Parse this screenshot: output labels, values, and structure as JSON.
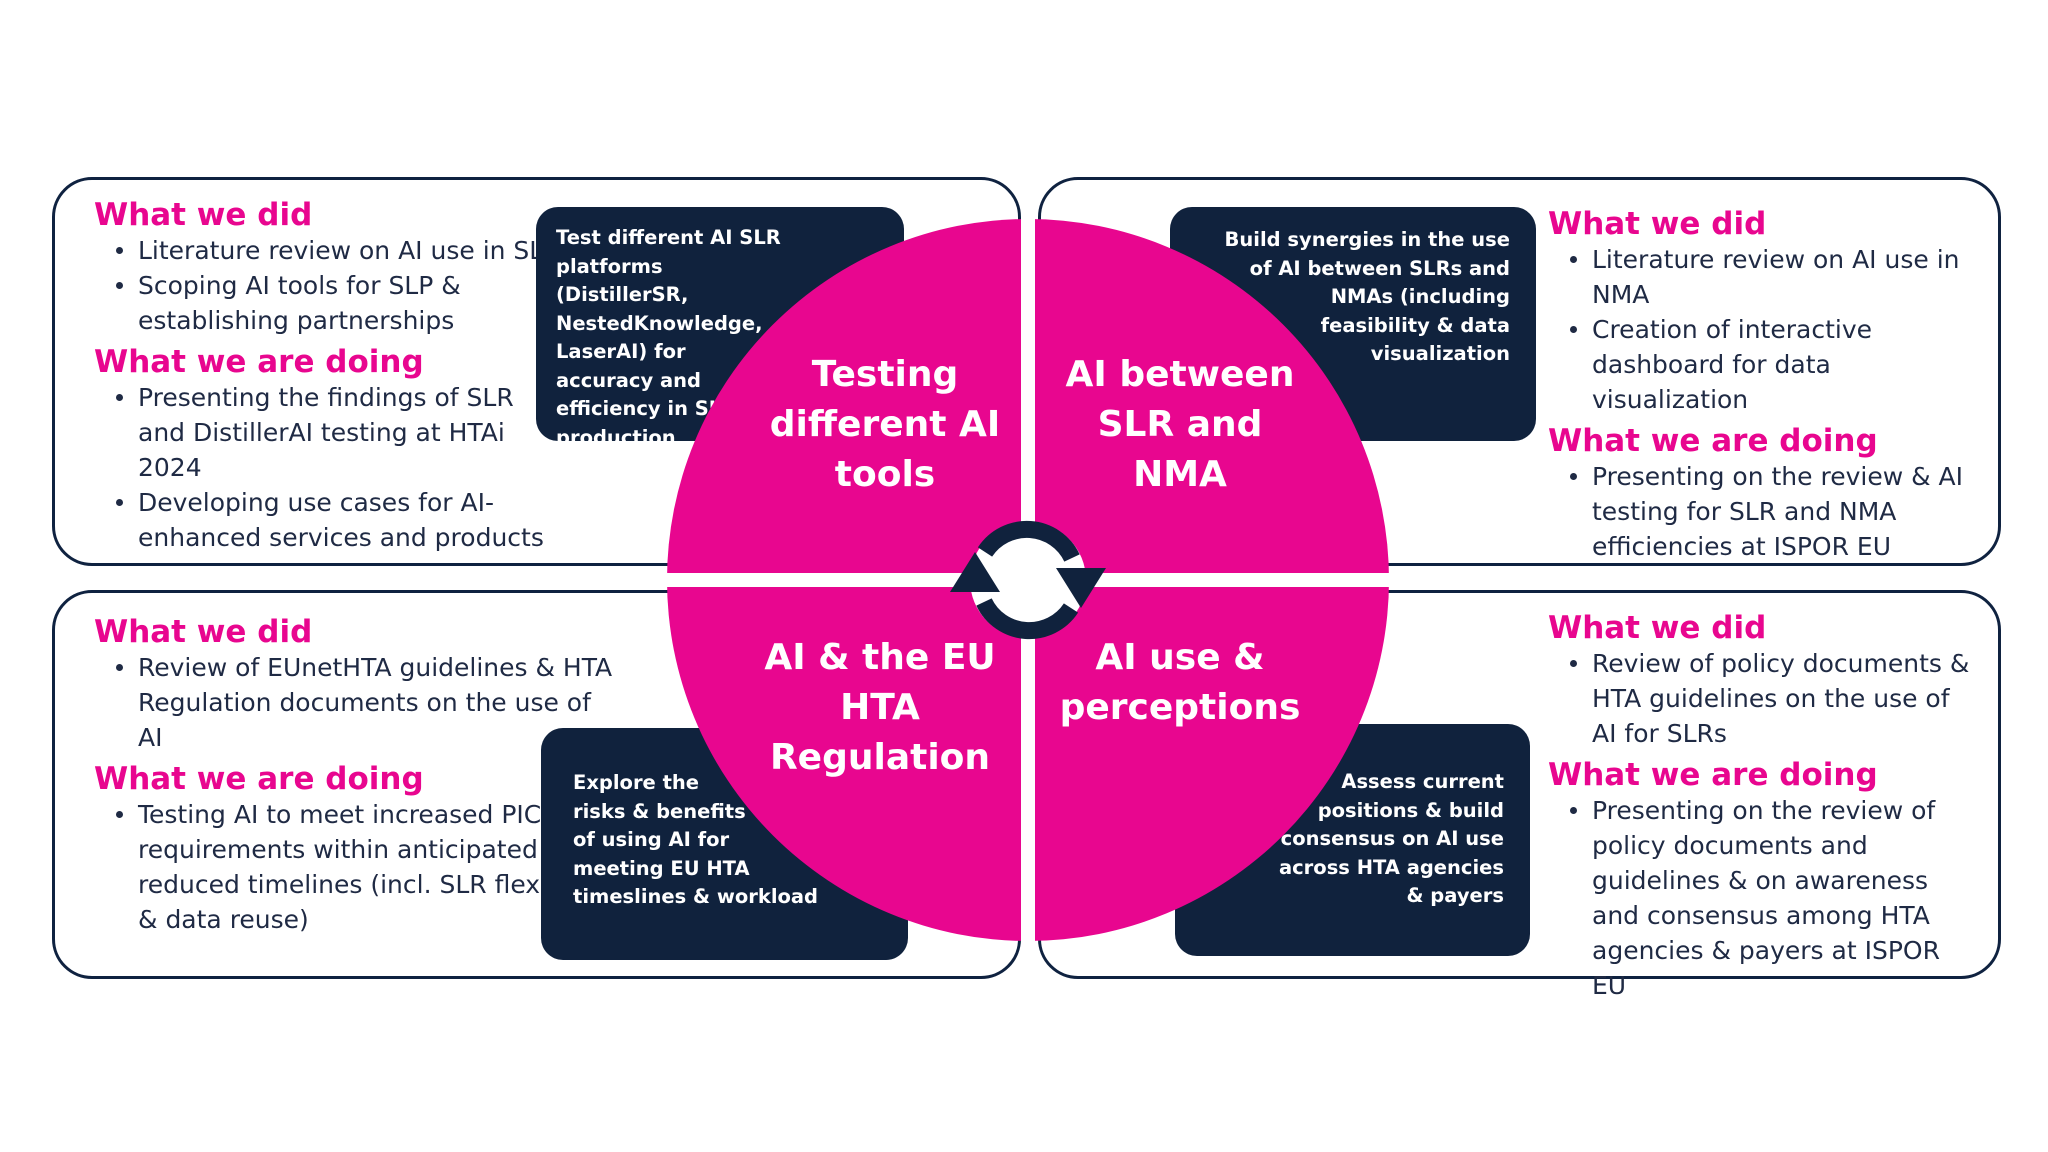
{
  "quadrants": {
    "top_left": {
      "title_lines": [
        "Testing",
        "different AI",
        "tools"
      ],
      "box_lines": [
        "Test different AI SLR platforms",
        "(DistillerSR,",
        "NestedKnowledge,",
        "LaserAI) for",
        "accuracy and",
        "efficiency in SLR",
        "production"
      ],
      "did_heading": "What we did",
      "did_items": [
        "Literature review on AI use in SLR",
        "Scoping AI tools for SLP & establishing partnerships"
      ],
      "doing_heading": "What we are doing",
      "doing_items": [
        "Presenting the findings of SLR and DistillerAI testing at HTAi 2024",
        "Developing use cases for AI-enhanced services and products"
      ]
    },
    "top_right": {
      "title_lines": [
        "AI between",
        "SLR and",
        "NMA"
      ],
      "box_lines": [
        "Build synergies in the use",
        "of AI between SLRs and",
        "NMAs (including",
        "feasibility & data",
        "visualization"
      ],
      "did_heading": "What we did",
      "did_items": [
        "Literature review on AI use in NMA",
        "Creation of interactive dashboard for data visualization"
      ],
      "doing_heading": "What we are doing",
      "doing_items": [
        "Presenting on the review & AI testing for SLR and NMA efficiencies at ISPOR EU"
      ]
    },
    "bottom_left": {
      "title_lines": [
        "AI & the EU",
        "HTA",
        "Regulation"
      ],
      "box_lines": [
        "Explore the",
        "risks & benefits",
        "of using AI for",
        "meeting EU HTA",
        "timeslines & workload"
      ],
      "did_heading": "What we did",
      "did_items": [
        "Review of EUnetHTA guidelines & HTA Regulation documents on the use of AI"
      ],
      "doing_heading": "What we are doing",
      "doing_items": [
        "Testing AI to meet increased PICO requirements within anticipated & reduced timelines (incl. SLR flexibility & data reuse)"
      ]
    },
    "bottom_right": {
      "title_lines": [
        "AI use &",
        "perceptions"
      ],
      "box_lines": [
        "Assess current",
        "positions & build",
        "consensus on AI use",
        "across HTA agencies",
        "& payers"
      ],
      "did_heading": "What we did",
      "did_items": [
        "Review of policy documents & HTA guidelines on the use of AI for SLRs"
      ],
      "doing_heading": "What we are doing",
      "doing_items": [
        "Presenting on the review of policy documents and guidelines & on awareness and consensus among HTA agencies & payers at ISPOR EU"
      ]
    }
  },
  "center_icon": "refresh-cycle-icon",
  "colors": {
    "magenta": "#e8068f",
    "navy": "#10223d",
    "text": "#1f2a44"
  }
}
